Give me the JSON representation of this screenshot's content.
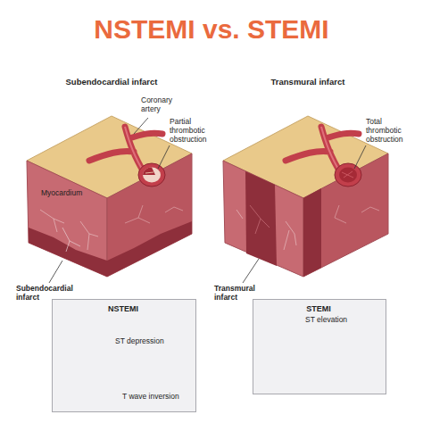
{
  "diagram": {
    "title": "NSTEMI vs. STEMI",
    "nodes": [
      {
        "text": [
          "NSTEMI",
          "ST depression",
          "T wave inversion"
        ]
      },
      {
        "text": [
          "STEMI",
          "ST elevation"
        ]
      }
    ],
    "labels": [
      "Subendocardial infarct",
      "Transmural infarct",
      "Coronary artery",
      "Partial thrombotic obstruction",
      "Total thrombotic obstruction",
      "Myocardium",
      "Subendocardial infarct",
      "Transmural infarct"
    ]
  }
}
